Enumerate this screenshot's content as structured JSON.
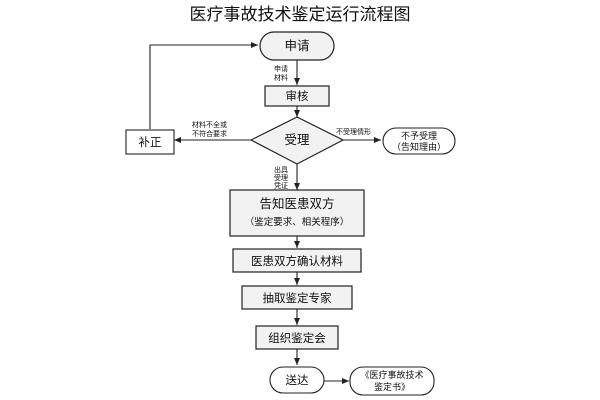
{
  "title": "医疗事故技术鉴定运行流程图",
  "nodes": {
    "apply": "申请",
    "review": "审核",
    "accept": "受理",
    "correct": "补正",
    "reject": "不予受理",
    "reject_reason": "（告知理由）",
    "notify": "告知医患双方",
    "notify_sub": "（鉴定要求、相关程序）",
    "confirm": "医患双方确认材料",
    "experts": "抽取鉴定专家",
    "meeting": "组织鉴定会",
    "deliver": "送达",
    "report_line1": "《医疗事故技术",
    "report_line2": "鉴定书》"
  },
  "edge_labels": {
    "apply_materials_line1": "申请",
    "apply_materials_line2": "材料",
    "incomplete_line1": "材料不全或",
    "incomplete_line2": "不符合要求",
    "not_accept": "不受理情形",
    "certificate_line1": "出具",
    "certificate_line2": "受理",
    "certificate_line3": "凭证"
  }
}
